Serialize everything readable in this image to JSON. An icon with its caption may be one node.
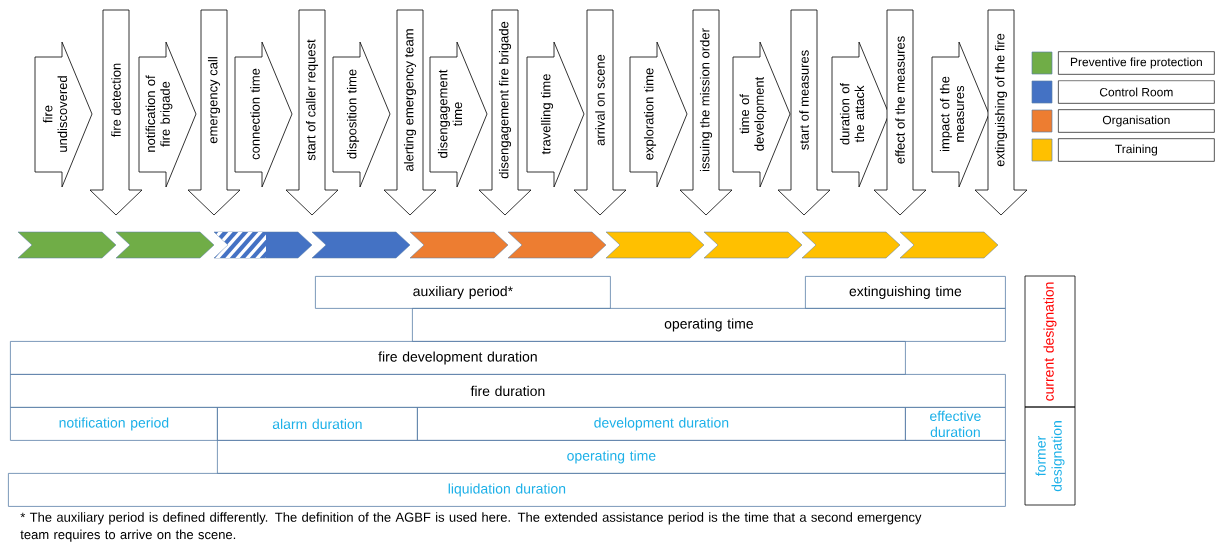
{
  "diagram": {
    "nodes": [
      {
        "text": [
          "fire undiscovered"
        ]
      },
      {
        "text": [
          "fire detection"
        ]
      },
      {
        "text": [
          "notification of fire brigade"
        ]
      },
      {
        "text": [
          "emergency call"
        ]
      },
      {
        "text": [
          "connection time"
        ]
      },
      {
        "text": [
          "start of caller request"
        ]
      },
      {
        "text": [
          "disposition time"
        ]
      },
      {
        "text": [
          "alerting emergency team"
        ]
      },
      {
        "text": [
          "disengagement time"
        ]
      },
      {
        "text": [
          "disengagement fire brigade"
        ]
      },
      {
        "text": [
          "travelling time"
        ]
      },
      {
        "text": [
          "arrival on scene"
        ]
      },
      {
        "text": [
          "exploration time"
        ]
      },
      {
        "text": [
          "issuing the mission order"
        ]
      },
      {
        "text": [
          "time of development"
        ]
      },
      {
        "text": [
          "start of measures"
        ]
      },
      {
        "text": [
          "duration of the attack"
        ]
      },
      {
        "text": [
          "effect of the measures"
        ]
      },
      {
        "text": [
          "impact of the measures"
        ]
      },
      {
        "text": [
          "extinguishing of the fire"
        ]
      },
      {
        "text": [],
        "shape": "chevron"
      },
      {
        "text": [],
        "shape": "chevron"
      },
      {
        "text": [],
        "shape": "chevron"
      },
      {
        "text": [],
        "shape": "chevron"
      },
      {
        "text": [],
        "shape": "chevron"
      },
      {
        "text": [],
        "shape": "chevron"
      },
      {
        "text": [],
        "shape": "chevron"
      },
      {
        "text": [],
        "shape": "chevron"
      },
      {
        "text": [],
        "shape": "chevron"
      },
      {
        "text": [],
        "shape": "chevron"
      },
      {
        "text": [
          "auxiliary period*"
        ]
      },
      {
        "text": [
          "extinguishing time"
        ]
      },
      {
        "text": [
          "operating time"
        ]
      },
      {
        "text": [
          "fire development duration"
        ]
      },
      {
        "text": [
          "fire duration"
        ]
      },
      {
        "text": [
          "notification period"
        ]
      },
      {
        "text": [
          "alarm duration"
        ]
      },
      {
        "text": [
          "development duration"
        ]
      },
      {
        "text": [
          "effective duration"
        ]
      },
      {
        "text": [
          "operating time"
        ]
      },
      {
        "text": [
          "liquidation duration"
        ]
      },
      {
        "text": [
          "current designation"
        ]
      },
      {
        "text": [
          "former designation"
        ]
      }
    ],
    "labels": [
      "* The auxiliary period is defined differently. The definition of the AGBF is used here. The extended assistance period is the time that a second emergency team requires to arrive on the scene."
    ],
    "legend": [
      {
        "text": "Preventive fire protection",
        "color": "#70ad47"
      },
      {
        "text": "Control Room",
        "color": "#4472c4"
      },
      {
        "text": "Organisation",
        "color": "#ed7d31"
      },
      {
        "text": "Training",
        "color": "#ffc000"
      }
    ]
  }
}
